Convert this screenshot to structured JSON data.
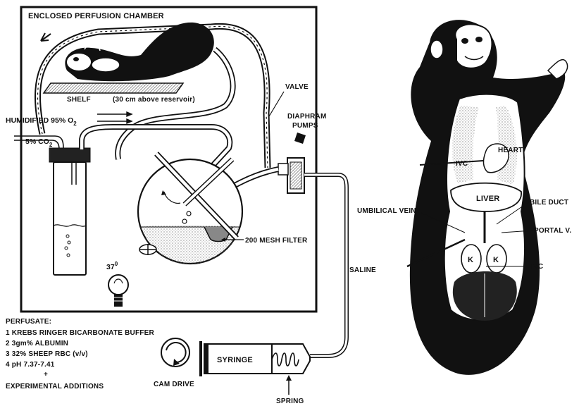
{
  "chamber": {
    "title": "ENCLOSED PERFUSION CHAMBER",
    "shelf": "SHELF",
    "shelf_note": "(30 cm above reservoir)",
    "valve": "VALVE",
    "pumps_line1": "DIAPHRAM",
    "pumps_line2": "PUMPS",
    "humidified": "HUMIDIFIED 95% O",
    "humidified_sub": "2",
    "co2": "5% CO",
    "co2_sub": "2",
    "filter": "200 MESH FILTER",
    "temp": "37",
    "temp_sup": "0",
    "saline": "SALINE",
    "syringe": "SYRINGE",
    "spring": "SPRING",
    "cam_drive": "CAM DRIVE"
  },
  "perfusate": {
    "heading": "PERFUSATE:",
    "items": [
      "1 KREBS RINGER BICARBONATE BUFFER",
      "2 3gm% ALBUMIN",
      "3 32% SHEEP RBC (v/v)",
      "4 pH 7.37-7.41"
    ],
    "plus": "+",
    "additions": "EXPERIMENTAL ADDITIONS"
  },
  "anatomy": {
    "heart": "HEART",
    "ivc_top": "IVC",
    "liver": "LIVER",
    "bile_duct": "BILE DUCT",
    "umbilical_vein": "UMBILICAL VEIN",
    "portal_v": "PORTAL V.",
    "kidney_left": "K",
    "kidney_right": "K",
    "ivc_bottom": "IVC"
  }
}
